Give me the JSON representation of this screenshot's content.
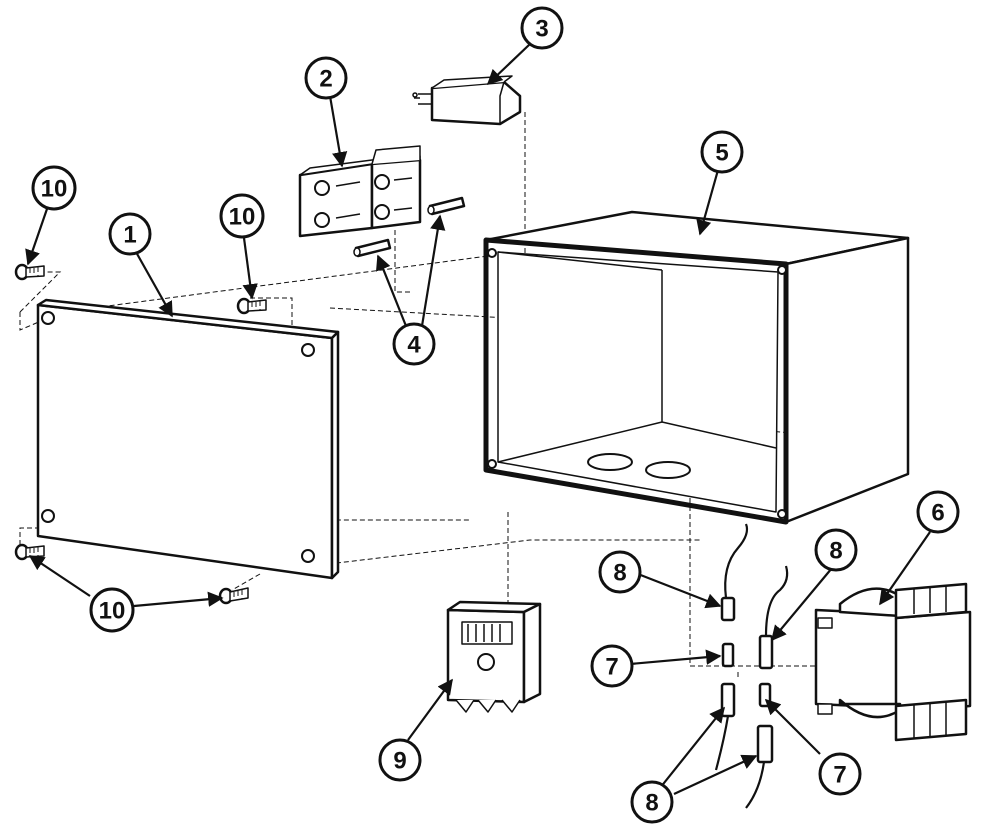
{
  "callouts": [
    {
      "id": "c1",
      "label": "1"
    },
    {
      "id": "c2",
      "label": "2"
    },
    {
      "id": "c3",
      "label": "3"
    },
    {
      "id": "c4",
      "label": "4"
    },
    {
      "id": "c5",
      "label": "5"
    },
    {
      "id": "c6",
      "label": "6"
    },
    {
      "id": "c7a",
      "label": "7"
    },
    {
      "id": "c7b",
      "label": "7"
    },
    {
      "id": "c8a",
      "label": "8"
    },
    {
      "id": "c8b",
      "label": "8"
    },
    {
      "id": "c8c",
      "label": "8"
    },
    {
      "id": "c9",
      "label": "9"
    },
    {
      "id": "c10a",
      "label": "10"
    },
    {
      "id": "c10b",
      "label": "10"
    },
    {
      "id": "c10c",
      "label": "10"
    }
  ],
  "colors": {
    "ink": "#111111",
    "paper": "#ffffff"
  }
}
